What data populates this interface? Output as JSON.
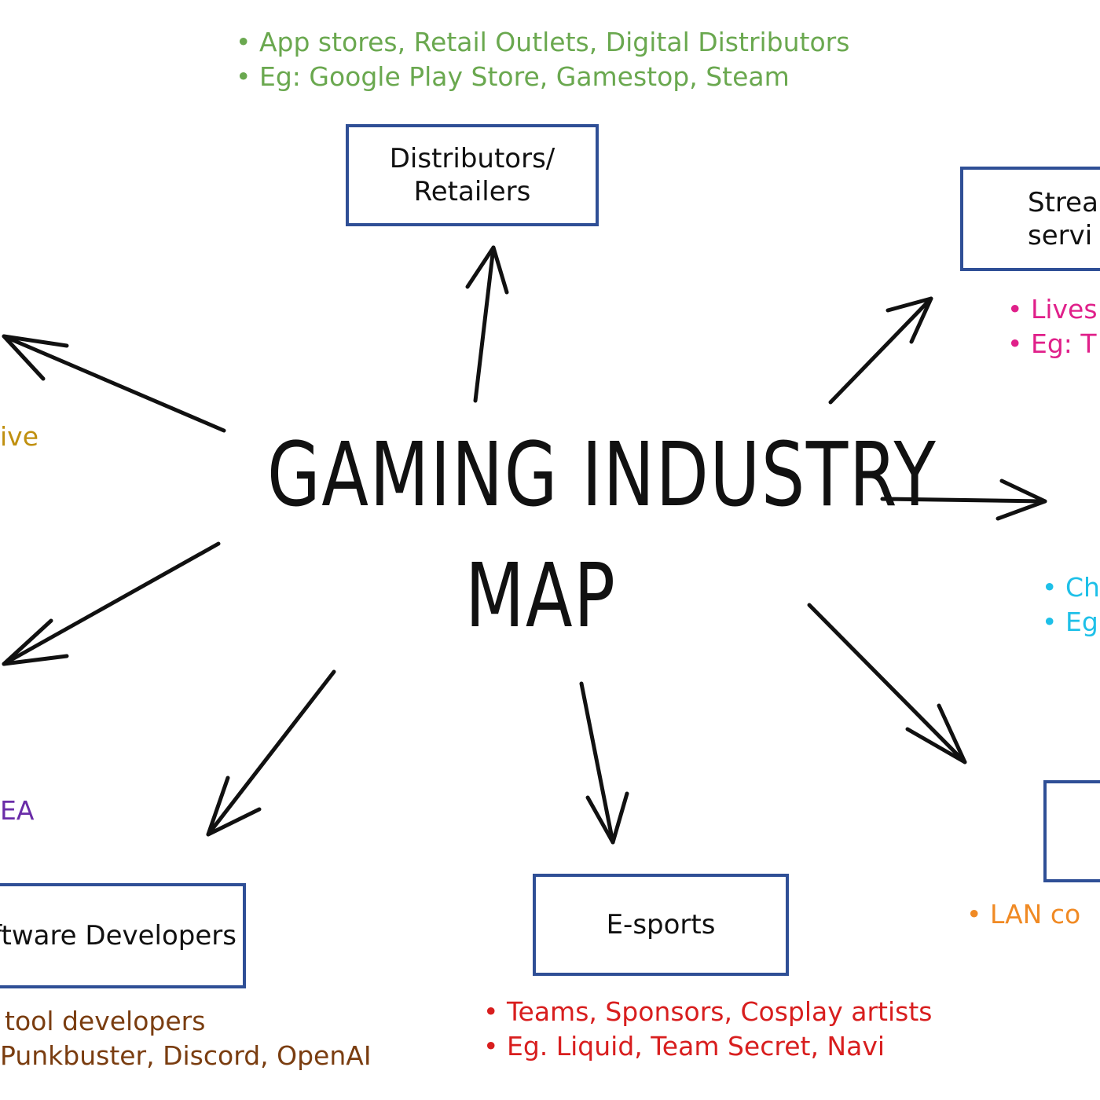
{
  "title": {
    "line1": "GAMING INDUSTRY",
    "line2": "MAP"
  },
  "colors": {
    "box_border": "#2f4f96",
    "arrow": "#111111",
    "distributors_notes": "#6aa84f",
    "streaming_notes": "#e0208a",
    "right_notes": "#1ec0e8",
    "lan_notes": "#f08a24",
    "left_top_notes": "#c09010",
    "left_mid_notes": "#6a2ca8",
    "software_notes": "#7a3d10",
    "esports_notes": "#d81e1e"
  },
  "nodes": {
    "distributors": {
      "label_line1": "Distributors/",
      "label_line2": "Retailers",
      "notes": [
        "App stores, Retail Outlets, Digital Distributors",
        "Eg: Google Play Store, Gamestop, Steam"
      ]
    },
    "streaming": {
      "label_line1": "Strea",
      "label_line2": "servi",
      "notes": [
        "Lives",
        "Eg: T"
      ]
    },
    "right": {
      "notes": [
        "Ch",
        "Eg"
      ]
    },
    "lan": {
      "notes": [
        "LAN co"
      ]
    },
    "esports": {
      "label": "E-sports",
      "notes": [
        "Teams, Sponsors, Cosplay artists",
        "Eg. Liquid, Team Secret, Navi"
      ]
    },
    "software": {
      "label": "ftware Developers",
      "notes": [
        "tool developers",
        "Punkbuster, Discord, OpenAI"
      ]
    },
    "left_top": {
      "notes": [
        "ive"
      ]
    },
    "left_mid": {
      "notes": [
        "EA"
      ]
    }
  }
}
